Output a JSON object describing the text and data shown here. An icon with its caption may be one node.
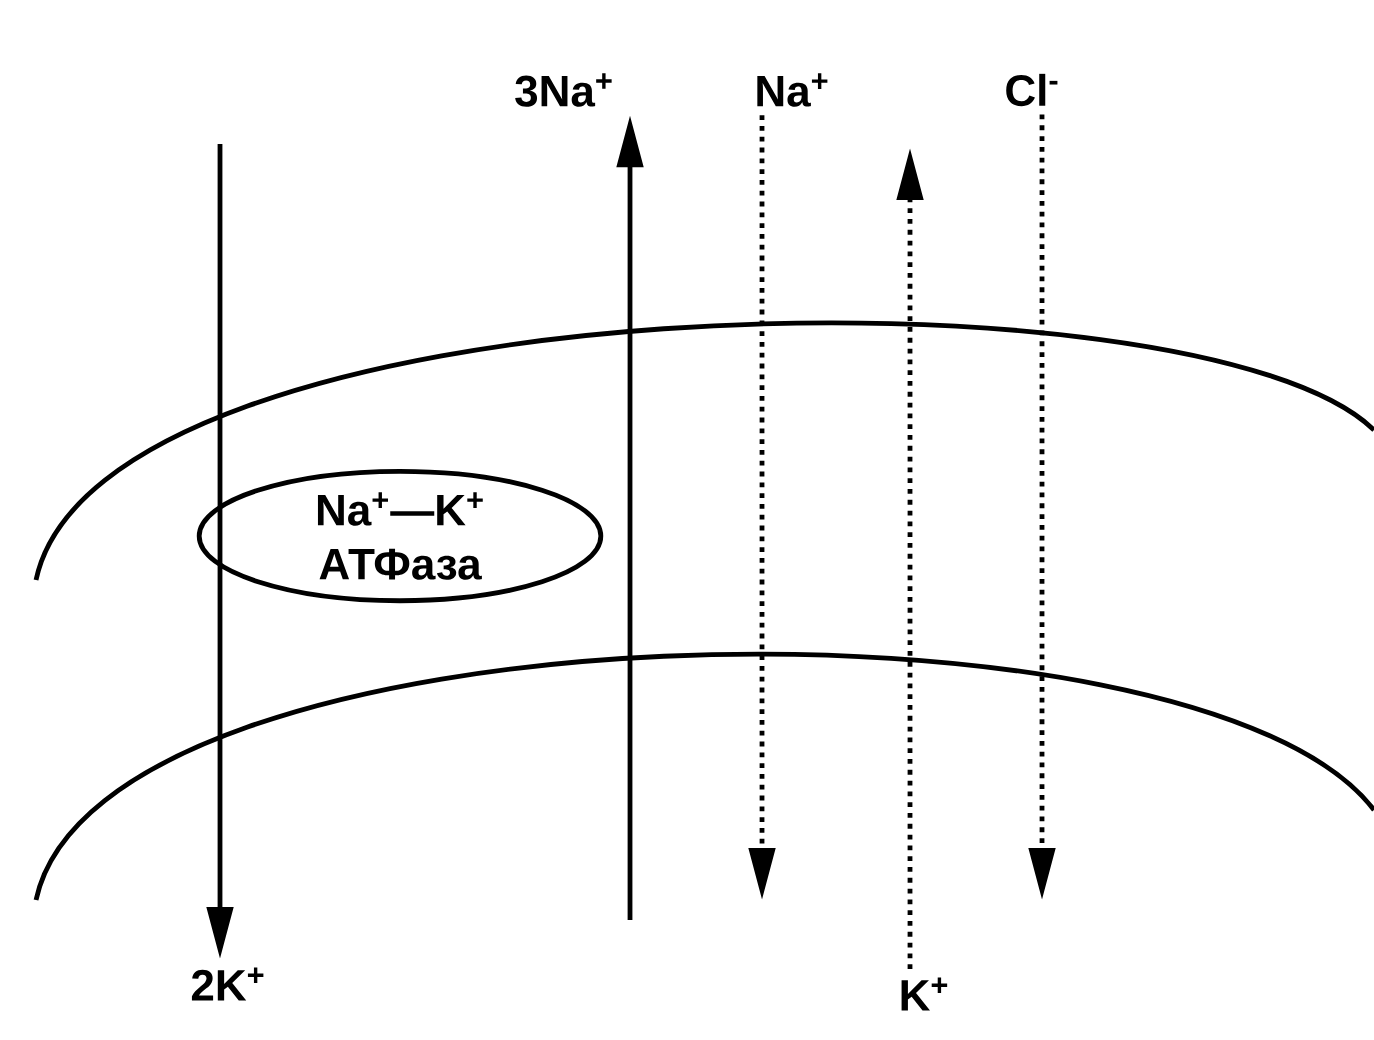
{
  "diagram": {
    "nodes": [
      {
        "text": [
          "Na$^{+}$—K$^{+}$ АТФаза"
        ]
      },
      {
        "text": [
          "3Na$^{+}$"
        ]
      },
      {
        "text": [
          "Na$^{+}$"
        ]
      },
      {
        "text": [
          "Cl$^{-}$"
        ]
      },
      {
        "text": [
          "2K$^{+}$"
        ]
      },
      {
        "text": [
          "K$^{+}$"
        ]
      }
    ],
    "edges": [
      {
        "from": null,
        "to": 4,
        "arrow": "to"
      },
      {
        "from": null,
        "to": 1,
        "arrow": "to"
      },
      {
        "from": 2,
        "to": null,
        "arrow": "to",
        "style": "dashed"
      },
      {
        "from": 5,
        "to": null,
        "arrow": "to",
        "style": "dashed"
      },
      {
        "from": 3,
        "to": null,
        "arrow": "to",
        "style": "dashed"
      }
    ]
  }
}
